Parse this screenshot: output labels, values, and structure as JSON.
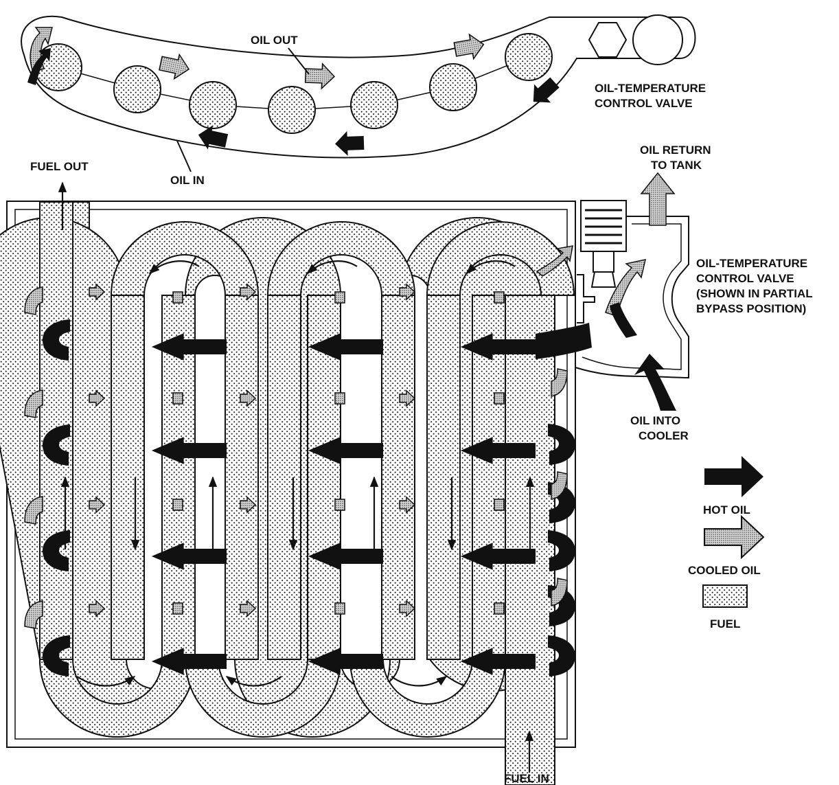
{
  "labels": {
    "oil_out": "OIL OUT",
    "oil_in": "OIL IN",
    "top_valve_line1": "OIL-TEMPERATURE",
    "top_valve_line2": "CONTROL VALVE",
    "fuel_out": "FUEL OUT",
    "oil_return_line1": "OIL RETURN",
    "oil_return_line2": "TO TANK",
    "valve_line1": "OIL-TEMPERATURE",
    "valve_line2": "CONTROL VALVE",
    "valve_line3": "(SHOWN IN PARTIAL",
    "valve_line4": "BYPASS POSITION)",
    "oil_into_line1": "OIL INTO",
    "oil_into_line2": "COOLER",
    "fuel_in": "FUEL IN"
  },
  "legend": {
    "hot_oil": "HOT OIL",
    "cooled_oil": "COOLED OIL",
    "fuel": "FUEL"
  },
  "colors": {
    "hot_oil": "#111111",
    "cooled_oil": "#9a9a9a",
    "fuel_dots": "#222222",
    "outline": "#111111"
  }
}
